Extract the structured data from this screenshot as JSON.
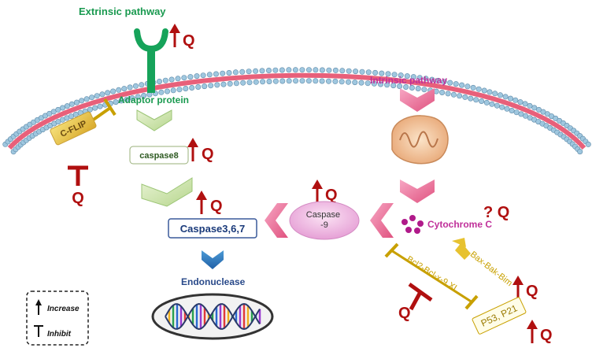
{
  "labels": {
    "extrinsic": "Extrinsic pathway",
    "intrinsic": "Intrinsic pathway",
    "adaptor": "Adaptor protein",
    "cflip": "C-FLIP",
    "caspase8": "caspase8",
    "caspase367": "Caspase3,6,7",
    "caspase9": "Caspase\n-9",
    "cytochrome": "Cytochrome C",
    "endonuclease": "Endonuclease",
    "bcl2": "Bcl2-Bcl-x-9 XL",
    "bax": "Bax-Bak-Bim",
    "p53": "P53, P21",
    "q": "Q",
    "question_q": "? Q"
  },
  "legend": {
    "increase": "Increase",
    "inhibit": "Inhibit"
  },
  "colors": {
    "green": "#1a9a50",
    "magenta": "#c0309a",
    "gold": "#c8a000",
    "darkred": "#b01010",
    "navy": "#2a4a8a",
    "membrane_pink": "#e8607a",
    "membrane_blue": "#9fc7df"
  }
}
